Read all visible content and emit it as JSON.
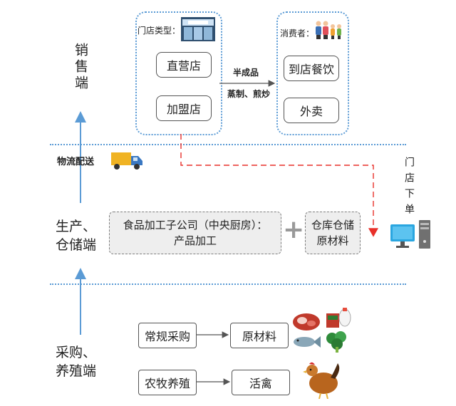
{
  "sections": {
    "sales": "销售端",
    "production": [
      "生产、",
      "仓储端"
    ],
    "purchase": [
      "采购、",
      "养殖端"
    ]
  },
  "store_types": {
    "label": "门店类型：",
    "direct": "直营店",
    "franchise": "加盟店"
  },
  "consumers": {
    "label": "消费者：",
    "dine_in": "到店餐饮",
    "takeout": "外卖"
  },
  "flow": {
    "semi_finished": "半成品",
    "steam_fry": "蒸制、煎炒",
    "logistics": "物流配送",
    "store_order": "门店下单"
  },
  "production": {
    "factory_line1": "食品加工子公司（中央厨房）：",
    "factory_line2": "产品加工",
    "plus": "+",
    "warehouse_line1": "仓库仓储",
    "warehouse_line2": "原材料"
  },
  "purchase": {
    "regular": "常规采购",
    "raw": "原材料",
    "farming": "农牧养殖",
    "poultry": "活禽"
  },
  "colors": {
    "accent_blue": "#5b9bd5",
    "arrow_red": "#e8302a"
  }
}
